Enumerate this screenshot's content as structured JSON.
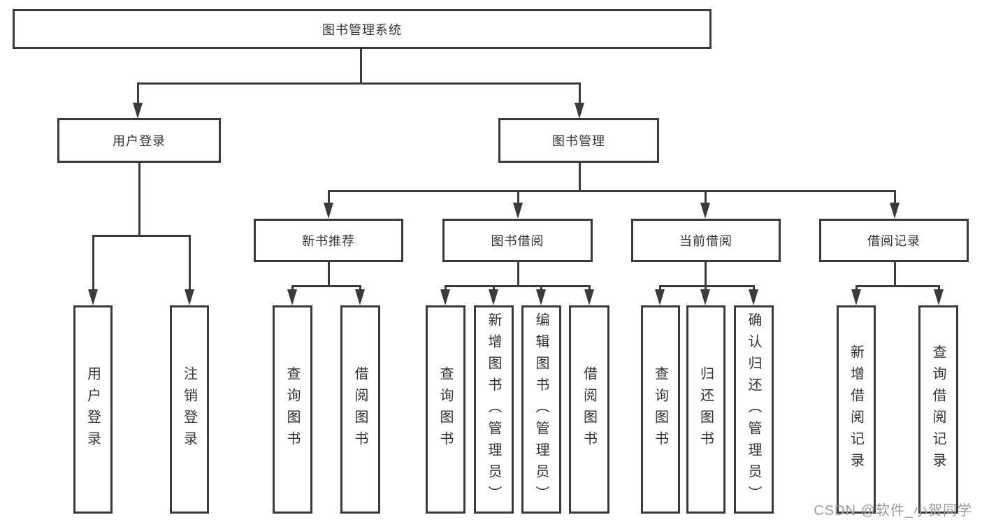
{
  "tree": {
    "root": {
      "label": "图书管理系统"
    },
    "branches": [
      {
        "label": "用户登录",
        "children": [
          {
            "label": "用户登录"
          },
          {
            "label": "注销登录"
          }
        ]
      },
      {
        "label": "图书管理",
        "groups": [
          {
            "label": "新书推荐",
            "children": [
              {
                "label": "查询图书"
              },
              {
                "label": "借阅图书"
              }
            ]
          },
          {
            "label": "图书借阅",
            "children": [
              {
                "label": "查询图书"
              },
              {
                "label": "新增图书（管理员）"
              },
              {
                "label": "编辑图书（管理员）"
              },
              {
                "label": "借阅图书"
              }
            ]
          },
          {
            "label": "当前借阅",
            "children": [
              {
                "label": "查询图书"
              },
              {
                "label": "归还图书"
              },
              {
                "label": "确认归还（管理员）"
              }
            ]
          },
          {
            "label": "借阅记录",
            "children": [
              {
                "label": "新增借阅记录"
              },
              {
                "label": "查询借阅记录"
              }
            ]
          }
        ]
      }
    ]
  },
  "watermark": "CSDN @软件_小贺同学",
  "colors": {
    "line": "#3a3a3a",
    "text": "#333333",
    "watermark": "#9c9c9c",
    "background": "#ffffff"
  }
}
